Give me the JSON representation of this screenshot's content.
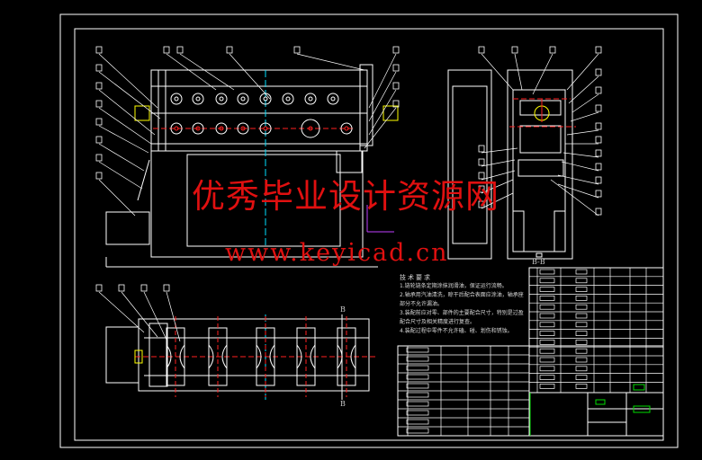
{
  "watermark": {
    "title": "优秀毕业设计资源网",
    "url": "www.keyicad.cn"
  },
  "view_labels": {
    "section_bb": "B-B",
    "section_marker_top": "B",
    "section_marker_bottom": "B"
  },
  "technical_requirements": {
    "title": "技术要求",
    "items": [
      "1.链轮链条定期涂抹润滑油，保证运行流畅。",
      "2.轴承用汽油清洗，晾干后配合表面应涂油，轴承座部分不允许漏油。",
      "3.装配前应对零、部件的主要配合尺寸，特别是过盈配合尺寸及相关精度进行复查。",
      "4.装配过程中零件不允许磕、碰、划伤和锈蚀。"
    ]
  },
  "colors": {
    "background": "#000000",
    "line": "#ffffff",
    "center": "#ff2020",
    "title_block": "#00dd00",
    "axis": "#00e0ff",
    "highlight": "#ffff00"
  }
}
